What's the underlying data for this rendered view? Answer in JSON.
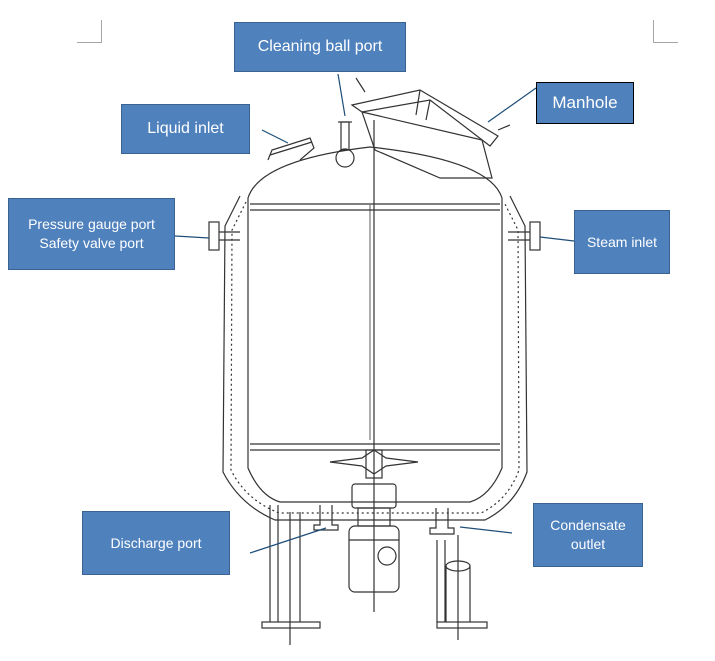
{
  "labels": {
    "cleaning_ball_port": "Cleaning ball port",
    "manhole": "Manhole",
    "liquid_inlet": "Liquid inlet",
    "pressure_gauge_port": "Pressure gauge port",
    "safety_valve_port": "Safety valve port",
    "steam_inlet": "Steam inlet",
    "discharge_port": "Discharge port",
    "condensate_outlet_line1": "Condensate",
    "condensate_outlet_line2": "outlet"
  },
  "colors": {
    "label_fill": "#4f81bd",
    "label_border": "#3a6391",
    "label_text": "#ffffff",
    "drawing_line": "#333333"
  }
}
